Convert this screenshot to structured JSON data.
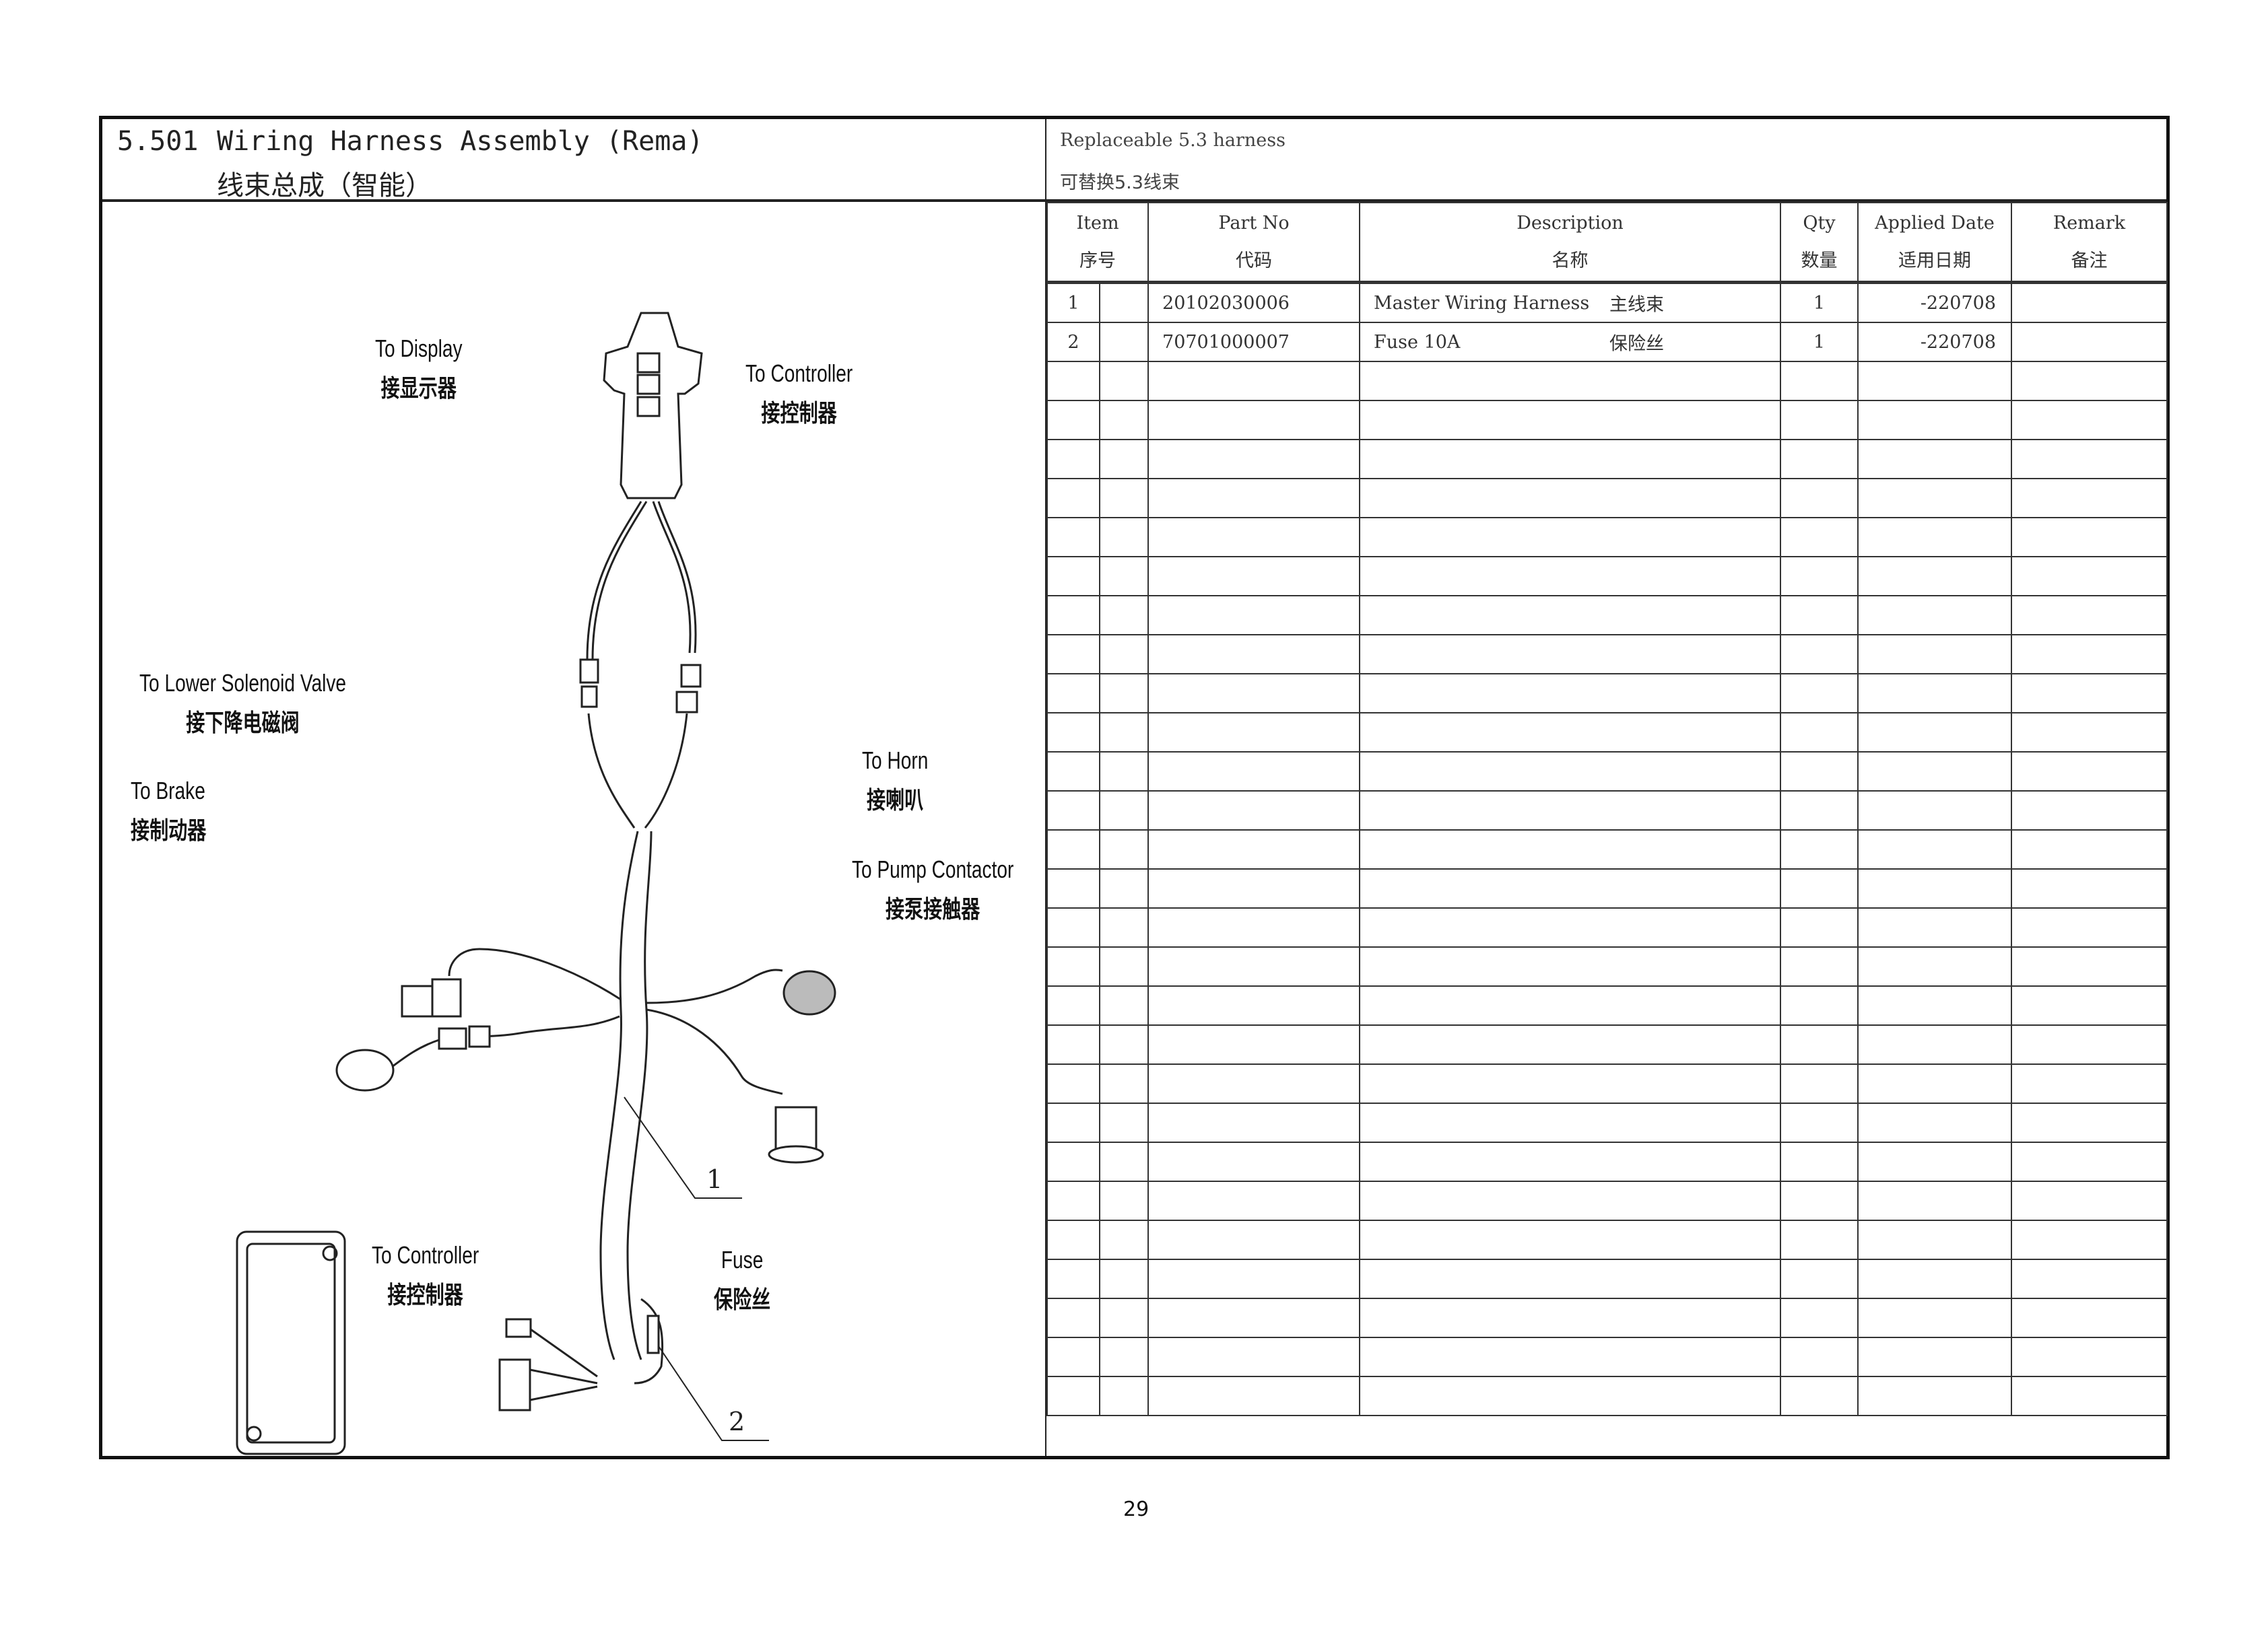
{
  "header": {
    "section_number": "5.501",
    "title_en": "Wiring Harness Assembly (Rema)",
    "title_cn": "线束总成（智能）",
    "note_en": "Replaceable 5.3 harness",
    "note_cn": "可替换5.3线束"
  },
  "table": {
    "columns": [
      {
        "en": "Item",
        "cn": "序号"
      },
      {
        "en": "Part No",
        "cn": "代码"
      },
      {
        "en": "Description",
        "cn": "名称"
      },
      {
        "en": "Qty",
        "cn": "数量"
      },
      {
        "en": "Applied Date",
        "cn": "适用日期"
      },
      {
        "en": "Remark",
        "cn": "备注"
      }
    ],
    "rows": [
      {
        "item": "1",
        "part_no": "20102030006",
        "desc_en": "Master Wiring Harness",
        "desc_cn": "主线束",
        "qty": "1",
        "date": "-220708",
        "remark": ""
      },
      {
        "item": "2",
        "part_no": "70701000007",
        "desc_en": "Fuse 10A",
        "desc_cn": "保险丝",
        "qty": "1",
        "date": "-220708",
        "remark": ""
      }
    ],
    "empty_row_count": 27
  },
  "diagram": {
    "labels": [
      {
        "en": "To Display",
        "cn": "接显示器"
      },
      {
        "en": "To Controller",
        "cn": "接控制器"
      },
      {
        "en": "To Lower Solenoid Valve",
        "cn": "接下降电磁阀"
      },
      {
        "en": "To Brake",
        "cn": "接制动器"
      },
      {
        "en": "To Horn",
        "cn": "接喇叭"
      },
      {
        "en": "To Pump Contactor",
        "cn": "接泵接触器"
      },
      {
        "en": "To Controller",
        "cn": "接控制器"
      },
      {
        "en": "Fuse",
        "cn": "保险丝"
      }
    ],
    "callouts": [
      "1",
      "2"
    ]
  },
  "footer": {
    "page_number": "29"
  }
}
